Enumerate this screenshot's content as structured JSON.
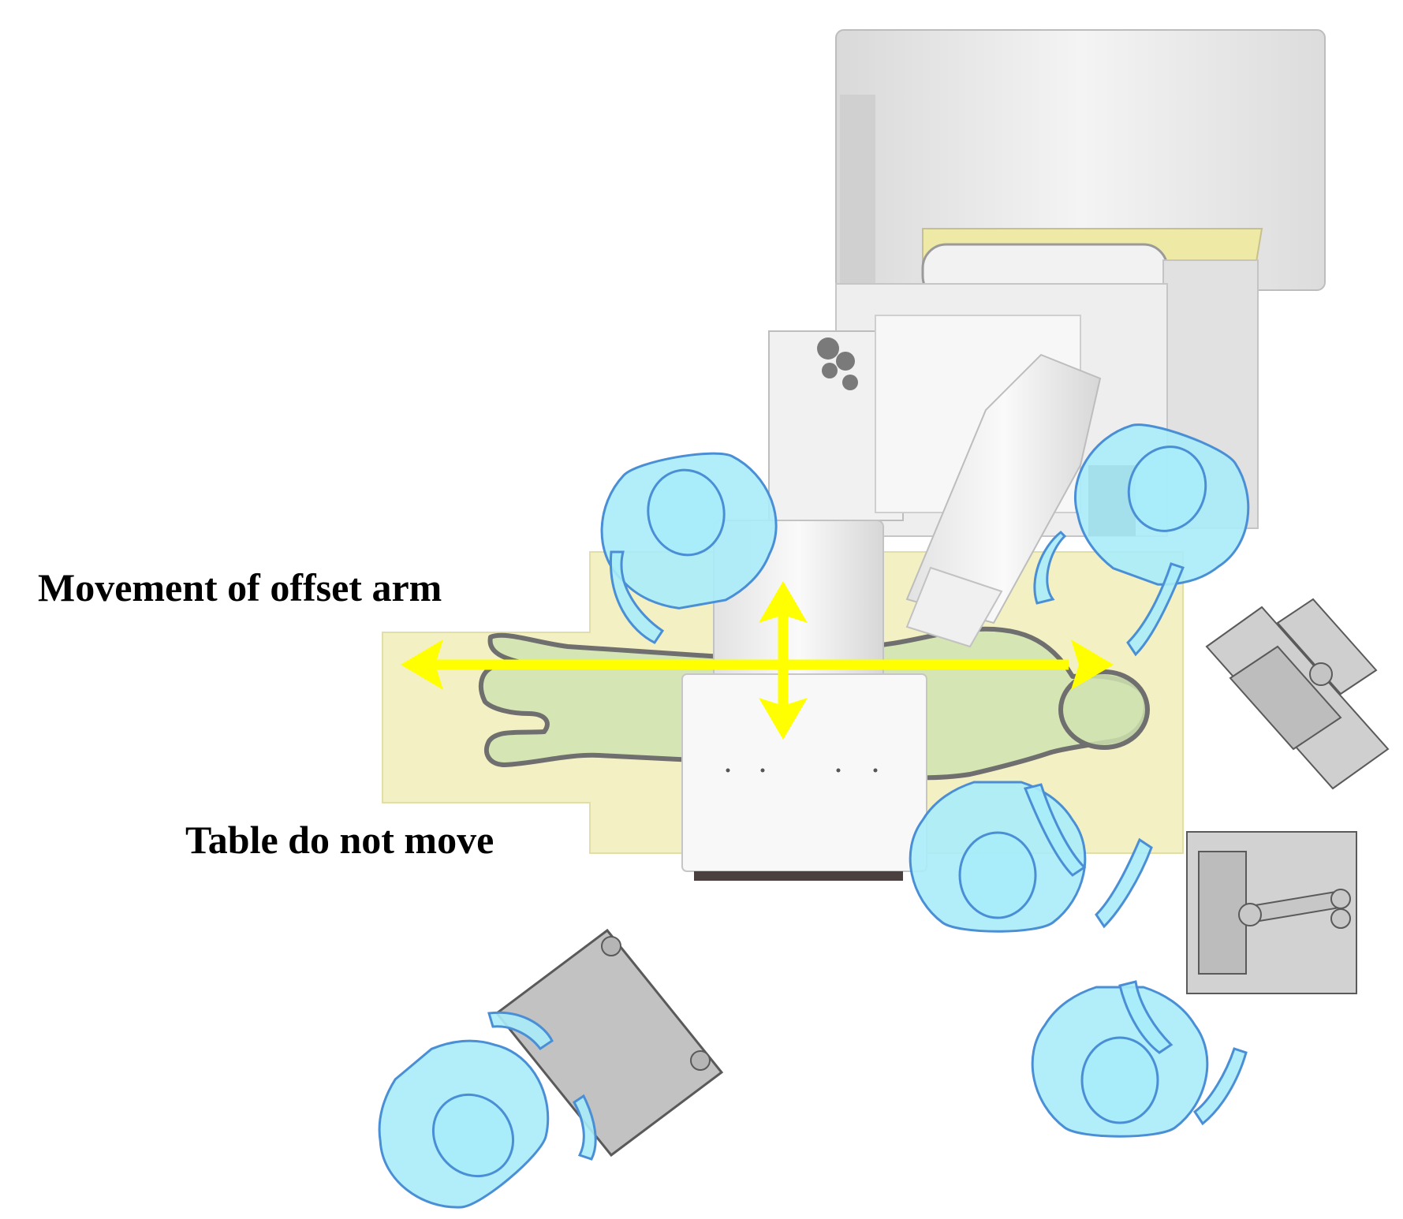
{
  "labels": {
    "offset_arm": "Movement of offset arm",
    "table": "Table do not move"
  },
  "colors": {
    "arrow": "#ffff00",
    "staff_fill": "#a9ecf9",
    "staff_stroke": "#4a8fd6",
    "table_top": "#f3f1c4",
    "patient_fill": "#cfe3b0",
    "patient_stroke": "#6f6f6f",
    "equipment": "#e9e9e9",
    "cart": "#c9c9c9"
  },
  "icons": {
    "arrow_horizontal": "double-headed-arrow-horizontal",
    "arrow_vertical": "double-headed-arrow-vertical",
    "staff": "person-top-view"
  }
}
